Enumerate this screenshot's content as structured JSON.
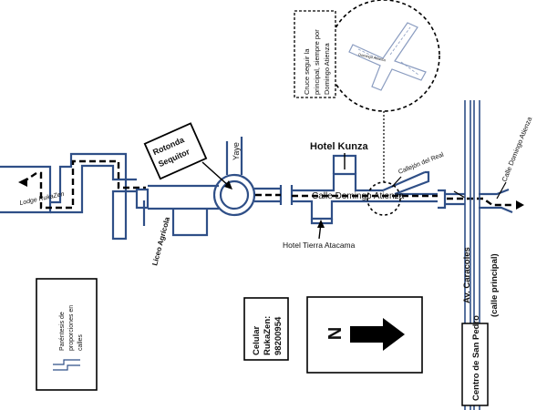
{
  "labels": {
    "lodge": "Lodge RukaZen",
    "rotonda_line1": "Rotonda",
    "rotonda_line2": "Sequitor",
    "yaye": "Yaye",
    "liceo": "Liceo Agrícola",
    "hotel_kunza": "Hotel Kunza",
    "callejon": "Callejón del Real",
    "calle_domingo": "Calle Domingo Atienza",
    "hotel_tierra": "Hotel Tierra Atacama",
    "calle_domingo_vertical": "Calle Domingo Atienza",
    "av_caracoles_line1": "Av. Caracoles",
    "av_caracoles_line2": "(calle principal)",
    "centro": "Centro de San Pedro",
    "note_line1": "Cruce seguir la",
    "note_line2": "principal, siempre por",
    "note_line3": "Domingo Atienza",
    "inset_street": "Domingo Atienza",
    "legend_line1": "Paréntesis de",
    "legend_line2": "proporciones en",
    "legend_line3": "calles",
    "celular_line1": "Celular",
    "celular_line2": "RukaZen:",
    "celular_line3": "98200954",
    "north": "N"
  },
  "colors": {
    "road": "#2f4f87",
    "route": "#000000"
  },
  "icons": {
    "north_arrow": "arrow-right-icon",
    "route_end": "arrowhead-icon"
  }
}
